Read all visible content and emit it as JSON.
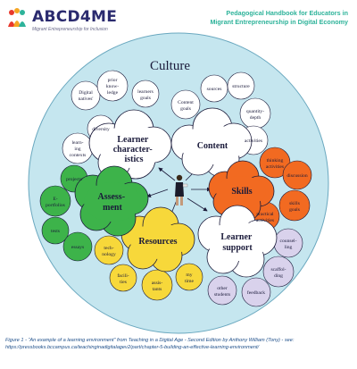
{
  "header": {
    "logo_text": "ABCD4ME",
    "logo_tagline": "Migrant Entrepreneurship for Inclusion",
    "handbook_title_line1": "Pedagogical Handbook for Educators in",
    "handbook_title_line2": "Migrant Entrepreneurship in Digital Economy"
  },
  "diagram": {
    "outer_label": "Culture",
    "hubs": [
      {
        "id": "learner-characteristics",
        "lines": [
          "Learner",
          "character-",
          "istics"
        ],
        "color": "#ffffff"
      },
      {
        "id": "content",
        "lines": [
          "Content"
        ],
        "color": "#ffffff"
      },
      {
        "id": "skills",
        "lines": [
          "Skills"
        ],
        "color": "#f26a21"
      },
      {
        "id": "learner-support",
        "lines": [
          "Learner",
          "support"
        ],
        "color": "#ffffff"
      },
      {
        "id": "resources",
        "lines": [
          "Resources"
        ],
        "color": "#f7d83a"
      },
      {
        "id": "assessment",
        "lines": [
          "Assess-",
          "ment"
        ],
        "color": "#3db34a"
      }
    ],
    "satellites": {
      "learner_characteristics": [
        [
          "Digital",
          "natives'"
        ],
        [
          "prior",
          "know-",
          "ledge"
        ],
        [
          "learners",
          "goals"
        ],
        [
          "diversity"
        ],
        [
          "learn-",
          "ing",
          "contexts"
        ]
      ],
      "content": [
        [
          "Content",
          "goals"
        ],
        [
          "sources"
        ],
        [
          "structure"
        ],
        [
          "quantity-",
          "depth"
        ],
        [
          "activities"
        ]
      ],
      "skills": [
        [
          "thinking",
          "activities"
        ],
        [
          "discussion"
        ],
        [
          "skills",
          "goals"
        ],
        [
          "practical",
          "activities"
        ]
      ],
      "learner_support": [
        [
          "counsel-",
          "ling"
        ],
        [
          "scaffol-",
          "ding"
        ],
        [
          "feedback"
        ],
        [
          "other",
          "students"
        ]
      ],
      "resources": [
        [
          "tech-",
          "nology"
        ],
        [
          "facili-",
          "ties"
        ],
        [
          "assis-",
          "tants"
        ],
        [
          "my",
          "time"
        ]
      ],
      "assessment": [
        [
          "projects"
        ],
        [
          "E-",
          "portfolios"
        ],
        [
          "tests"
        ],
        [
          "essays"
        ]
      ]
    },
    "colors": {
      "culture_fill": "#c5e6ef",
      "stroke": "#1a1a3a",
      "white_bubble": "#ffffff",
      "orange": "#f26a21",
      "yellow": "#f7d83a",
      "green": "#3db34a",
      "lavender": "#d9d2ec"
    }
  },
  "caption": {
    "text": "Figure 1 - “An example of a learning environment” from Teaching in a Digital Age - Second Edition by Anthony William (Tony) - see: https://pressbooks.bccampus.ca/teachinginadigitalagev2/part/chapter-5-building-an-effective-learning-environment/"
  }
}
